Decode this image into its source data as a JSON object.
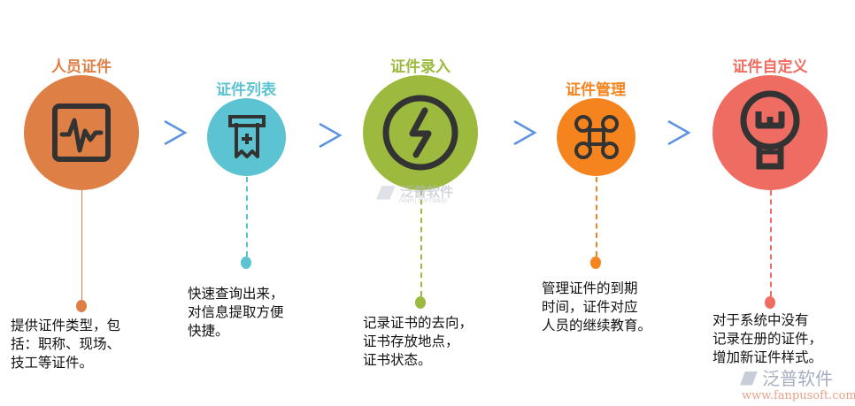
{
  "steps": [
    {
      "title": "人员证件",
      "icon": "activity-monitor-icon",
      "color": "#DE7F45",
      "desc": [
        "提供证件类型，包",
        "括：职称、现场、",
        "技工等证件。"
      ]
    },
    {
      "title": "证件列表",
      "icon": "receipt-add-icon",
      "color": "#5BC3D1",
      "desc": [
        "快速查询出来，",
        "对信息提取方便",
        "快捷。"
      ]
    },
    {
      "title": "证件录入",
      "icon": "lightning-power-icon",
      "color": "#9BBA3E",
      "desc": [
        "记录证书的去向，",
        "证书存放地点，",
        "证书状态。"
      ]
    },
    {
      "title": "证件管理",
      "icon": "drone-command-icon",
      "color": "#F5841F",
      "desc": [
        "管理证件的到期",
        "时间，证件对应",
        "人员的继续教育。"
      ]
    },
    {
      "title": "证件自定义",
      "icon": "lightbulb-icon",
      "color": "#EF6C63",
      "desc": [
        "对于系统中没有",
        "记录在册的证件，",
        "增加新证件样式。"
      ]
    }
  ],
  "arrow_color": "#5B93E0",
  "watermark": {
    "brand": "泛普软件",
    "brand_en": "FANPU SOFTWARE",
    "url": "www.fanpusoft.com"
  }
}
